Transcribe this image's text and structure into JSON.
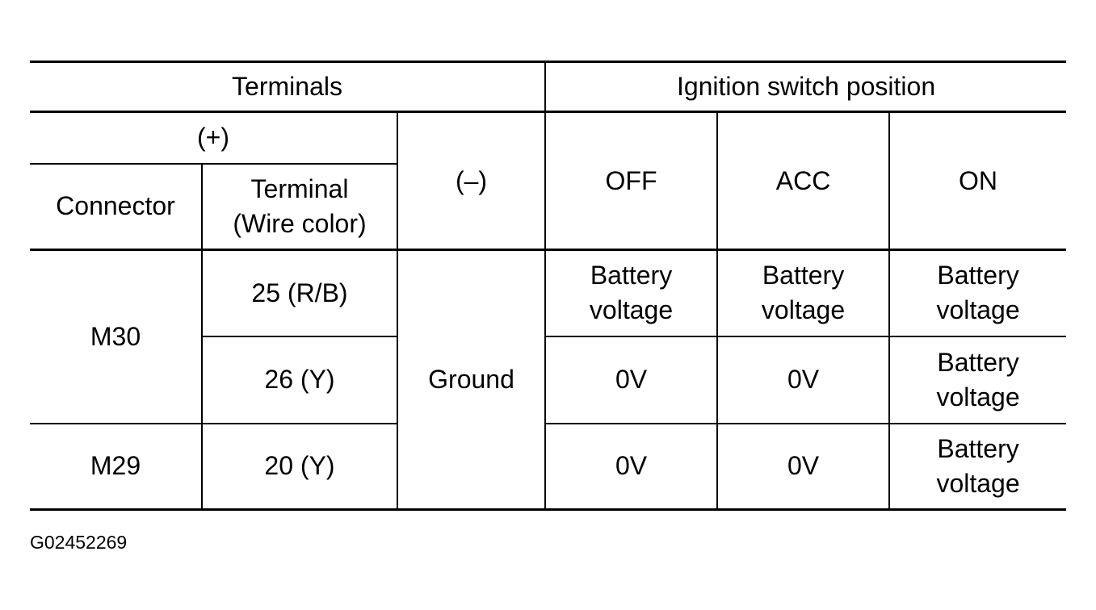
{
  "header": {
    "terminals": "Terminals",
    "ignition_position": "Ignition switch position",
    "plus": "(+)",
    "minus": "(–)",
    "connector": "Connector",
    "terminal_line1": "Terminal",
    "terminal_line2": "(Wire color)",
    "off": "OFF",
    "acc": "ACC",
    "on": "ON"
  },
  "rows": [
    {
      "connector": "M30",
      "terminal": "25 (R/B)",
      "ground": "Ground",
      "off": [
        "Battery",
        "voltage"
      ],
      "acc": [
        "Battery",
        "voltage"
      ],
      "on": [
        "Battery",
        "voltage"
      ]
    },
    {
      "terminal": "26 (Y)",
      "off": "0V",
      "acc": "0V",
      "on": [
        "Battery",
        "voltage"
      ]
    },
    {
      "connector": "M29",
      "terminal": "20 (Y)",
      "off": "0V",
      "acc": "0V",
      "on": [
        "Battery",
        "voltage"
      ]
    }
  ],
  "figure_id": "G02452269"
}
